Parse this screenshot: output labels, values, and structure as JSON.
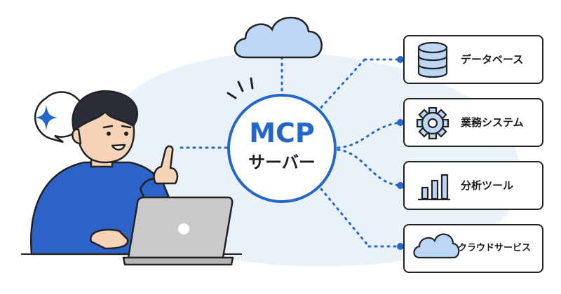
{
  "hub": {
    "title": "MCP",
    "subtitle": "サーバー"
  },
  "services": [
    {
      "label": "データベース",
      "icon": "database-icon"
    },
    {
      "label": "業務システム",
      "icon": "gear-icon"
    },
    {
      "label": "分析ツール",
      "icon": "bar-chart-icon"
    },
    {
      "label": "クラウドサービス",
      "icon": "cloud-icon"
    }
  ],
  "top_node": {
    "icon": "cloud-icon"
  },
  "speech_bubble": {
    "icon": "sparkle-icon"
  },
  "colors": {
    "accent": "#2566c9",
    "cloud_fill": "#bcd6f5",
    "background_blob": "#e9f1fb",
    "shirt": "#2d63c8",
    "laptop": "#c9c9c9"
  }
}
